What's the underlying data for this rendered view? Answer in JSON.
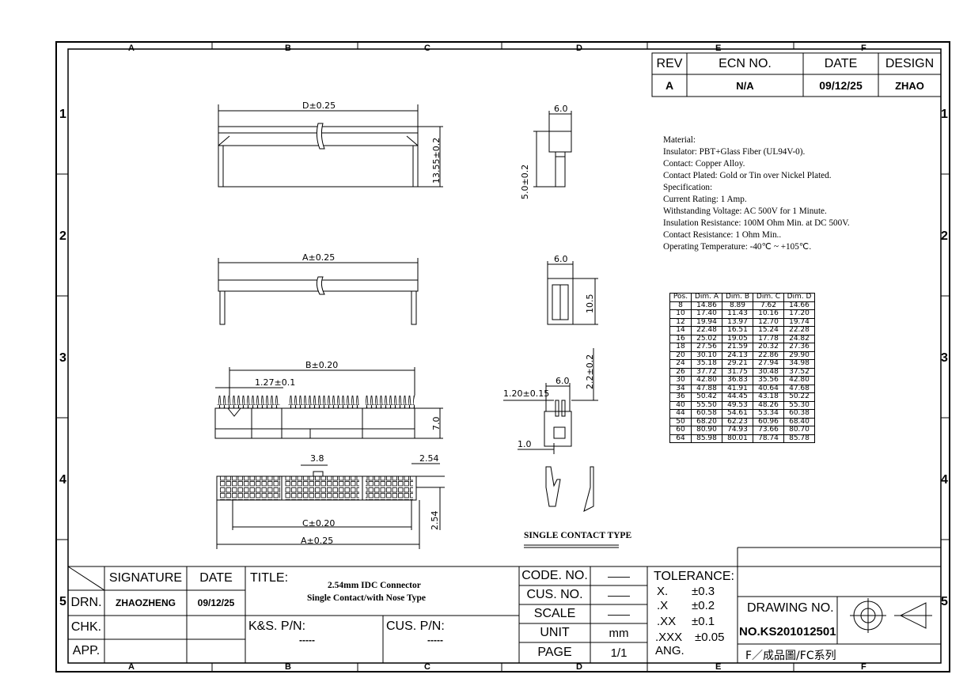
{
  "zones": {
    "columns": [
      "A",
      "B",
      "C",
      "D",
      "E",
      "F"
    ],
    "rows": [
      "1",
      "2",
      "3",
      "4",
      "5"
    ]
  },
  "revision": {
    "headers": [
      "REV",
      "ECN NO.",
      "DATE",
      "DESIGN"
    ],
    "values": [
      "A",
      "N/A",
      "09/12/25",
      "ZHAO"
    ]
  },
  "dimensions": {
    "d": "D±0.25",
    "h13": "13.55±0.2",
    "w6a": "6.0",
    "h5": "5.0±0.2",
    "a": "A±0.25",
    "w6b": "6.0",
    "h105": "10.5",
    "b": "B±0.20",
    "pitch127": "1.27±0.1",
    "h7": "7.0",
    "w6c": "6.0",
    "h22": "2.2±0.2",
    "w120": "1.20±0.15",
    "w10": "1.0",
    "w38": "3.8",
    "w254a": "2.54",
    "h254b": "2.54",
    "c": "C±0.20",
    "a2": "A±0.25"
  },
  "single_contact_label": "SINGLE CONTACT TYPE",
  "spec_lines": [
    "Material:",
    "Insulator: PBT+Glass Fiber (UL94V-0).",
    "Contact: Copper Alloy.",
    "Contact Plated: Gold or Tin over Nickel Plated.",
    "Specification:",
    "Current Rating: 1 Amp.",
    "Withstanding Voltage: AC 500V for 1 Minute.",
    "Insulation Resistance: 100M Ohm  Min. at DC 500V.",
    "Contact Resistance: 1 Ohm Min..",
    "Operating Temperature: -40℃ ~ +105℃."
  ],
  "dim_table": {
    "headers": [
      "Pos.",
      "Dim. A",
      "Dim. B",
      "Dim. C",
      "Dim. D"
    ],
    "rows": [
      [
        "8",
        "14.86",
        "8.89",
        "7.62",
        "14.66"
      ],
      [
        "10",
        "17.40",
        "11.43",
        "10.16",
        "17.20"
      ],
      [
        "12",
        "19.94",
        "13.97",
        "12.70",
        "19.74"
      ],
      [
        "14",
        "22.48",
        "16.51",
        "15.24",
        "22.28"
      ],
      [
        "16",
        "25.02",
        "19.05",
        "17.78",
        "24.82"
      ],
      [
        "18",
        "27.56",
        "21.59",
        "20.32",
        "27.36"
      ],
      [
        "20",
        "30.10",
        "24.13",
        "22.86",
        "29.90"
      ],
      [
        "24",
        "35.18",
        "29.21",
        "27.94",
        "34.98"
      ],
      [
        "26",
        "37.72",
        "31.75",
        "30.48",
        "37.52"
      ],
      [
        "30",
        "42.80",
        "36.83",
        "35.56",
        "42.80"
      ],
      [
        "34",
        "47.88",
        "41.91",
        "40.64",
        "47.68"
      ],
      [
        "36",
        "50.42",
        "44.45",
        "43.18",
        "50.22"
      ],
      [
        "40",
        "55.50",
        "49.53",
        "48.26",
        "55.30"
      ],
      [
        "44",
        "60.58",
        "54.61",
        "53.34",
        "60.38"
      ],
      [
        "50",
        "68.20",
        "62.23",
        "60.96",
        "68.40"
      ],
      [
        "60",
        "80.90",
        "74.93",
        "73.66",
        "80.70"
      ],
      [
        "64",
        "85.98",
        "80.01",
        "78.74",
        "85.78"
      ]
    ]
  },
  "title_block": {
    "signature_header": "SIGNATURE",
    "date_header": "DATE",
    "drn_label": "DRN.",
    "chk_label": "CHK.",
    "app_label": "APP.",
    "drn_name": "ZHAOZHENG",
    "drn_date": "09/12/25",
    "title_label": "TITLE:",
    "title_line1": "2.54mm IDC Connector",
    "title_line2": "Single Contact/with Nose Type",
    "ks_pn_label": "K&S. P/N:",
    "ks_pn_value": "-----",
    "cus_pn_label": "CUS. P/N:",
    "cus_pn_value": "-----",
    "code_no_label": "CODE. NO.",
    "code_no_value": "——",
    "cus_no_label": "CUS. NO.",
    "cus_no_value": "——",
    "scale_label": "SCALE",
    "scale_value": "——",
    "unit_label": "UNIT",
    "unit_value": "mm",
    "page_label": "PAGE",
    "page_value": "1/1",
    "tolerance_label": "TOLERANCE:",
    "tolerances": [
      {
        "key": "X.",
        "value": "±0.3"
      },
      {
        "key": ".X",
        "value": "±0.2"
      },
      {
        "key": ".XX",
        "value": "±0.1"
      },
      {
        "key": ".XXX",
        "value": "±0.05"
      }
    ],
    "ang_label": "ANG.",
    "drawing_no_label": "DRAWING NO.",
    "drawing_no_value": "NO.KS201012501",
    "series_label": "F／成品圖/FC系列"
  }
}
